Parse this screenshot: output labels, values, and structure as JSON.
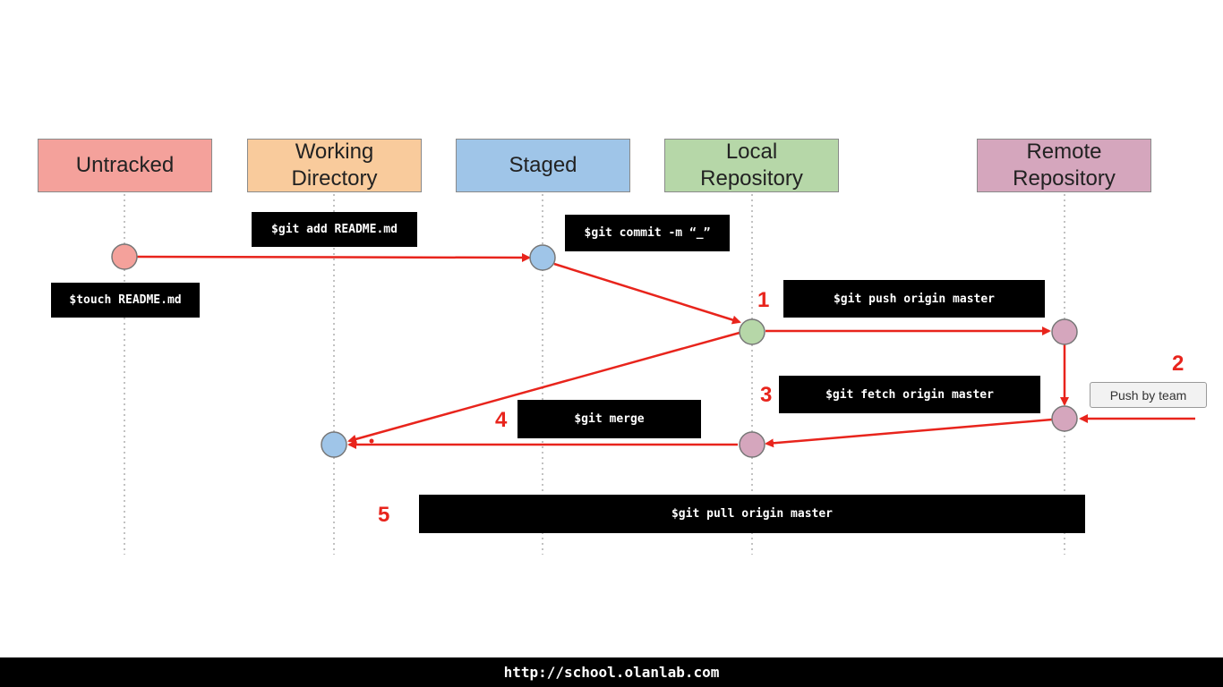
{
  "headers": {
    "untracked": "Untracked",
    "working": "Working\nDirectory",
    "staged": "Staged",
    "local": "Local\nRepository",
    "remote": "Remote\nRepository"
  },
  "commands": {
    "touch": "$touch README.md",
    "add": "$git add README.md",
    "commit": "$git commit -m “_”",
    "push": "$git push origin master",
    "fetch": "$git fetch origin master",
    "merge": "$git merge",
    "pull": "$git pull origin master"
  },
  "steps": [
    "1",
    "2",
    "3",
    "4",
    "5"
  ],
  "push_by_team": "Push by team",
  "footer_url": "http://school.olanlab.com",
  "colors": {
    "untracked": "#f4a19b",
    "working": "#f9cb9c",
    "staged": "#9fc5e8",
    "local": "#b6d7a8",
    "remote": "#d5a6bd",
    "arrow": "#e8241c"
  }
}
